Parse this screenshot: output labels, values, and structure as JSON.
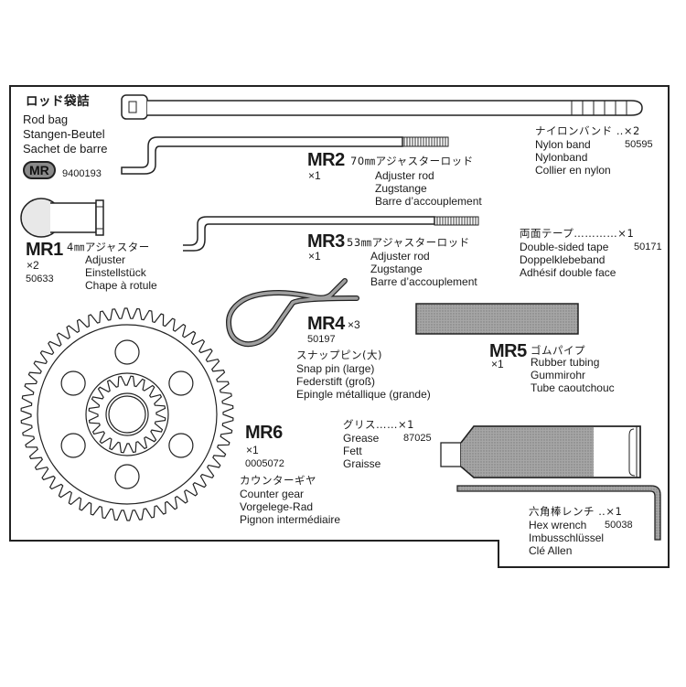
{
  "bag": {
    "title_jp": "ロッド袋詰",
    "title_en": "Rod bag",
    "title_de": "Stangen-Beutel",
    "title_fr": "Sachet de barre",
    "badge": "MR",
    "part_no": "9400193"
  },
  "parts": [
    {
      "code": "",
      "name_jp": "ナイロンバンド ‥×2",
      "qty": "",
      "part_no": "50595",
      "en": "Nylon band",
      "de": "Nylonband",
      "fr": "Collier en nylon",
      "icon": "nylon-band-icon"
    },
    {
      "code": "MR2",
      "name_jp": "70㎜アジャスターロッド",
      "qty": "×1",
      "part_no": "",
      "en": "Adjuster rod",
      "de": "Zugstange",
      "fr": "Barre d’accouplement",
      "icon": "adjuster-rod-70mm-icon"
    },
    {
      "code": "MR1",
      "name_jp": "4㎜アジャスター",
      "qty": "×2",
      "part_no": "50633",
      "en": "Adjuster",
      "de": "Einstellstück",
      "fr": "Chape à rotule",
      "icon": "adjuster-icon"
    },
    {
      "code": "MR3",
      "name_jp": "53㎜アジャスターロッド",
      "qty": "×1",
      "part_no": "",
      "en": "Adjuster rod",
      "de": "Zugstange",
      "fr": "Barre d’accouplement",
      "icon": "adjuster-rod-53mm-icon"
    },
    {
      "code": "",
      "name_jp": "両面テープ…………×1",
      "qty": "",
      "part_no": "50171",
      "en": "Double-sided tape",
      "de": "Doppelklebeband",
      "fr": "Adhésif double face",
      "icon": "double-sided-tape-icon"
    },
    {
      "code": "MR4",
      "name_jp": "スナップピン(大)",
      "qty": "×3",
      "part_no": "50197",
      "en": "Snap pin (large)",
      "de": "Federstift (groß)",
      "fr": "Epingle métallique (grande)",
      "icon": "snap-pin-icon"
    },
    {
      "code": "MR5",
      "name_jp": "ゴムパイプ",
      "qty": "×1",
      "part_no": "",
      "en": "Rubber tubing",
      "de": "Gummirohr",
      "fr": "Tube caoutchouc",
      "icon": "rubber-tubing-icon"
    },
    {
      "code": "MR6",
      "name_jp": "カウンターギヤ",
      "qty": "×1",
      "part_no": "0005072",
      "en": "Counter gear",
      "de": "Vorgelege-Rad",
      "fr": "Pignon intermédiaire",
      "icon": "counter-gear-icon"
    },
    {
      "code": "",
      "name_jp": "グリス……×1",
      "qty": "",
      "part_no": "87025",
      "en": "Grease",
      "de": "Fett",
      "fr": "Graisse",
      "icon": "grease-tube-icon"
    },
    {
      "code": "",
      "name_jp": "六角棒レンチ ‥×1",
      "qty": "",
      "part_no": "50038",
      "en": "Hex wrench",
      "de": "Imbusschlüssel",
      "fr": "Clé Allen",
      "icon": "hex-wrench-icon"
    }
  ],
  "colors": {
    "line": "#222222",
    "part_fill": "#9a9a9a",
    "badge_fill": "#8a8a8a",
    "paper": "#ffffff"
  }
}
